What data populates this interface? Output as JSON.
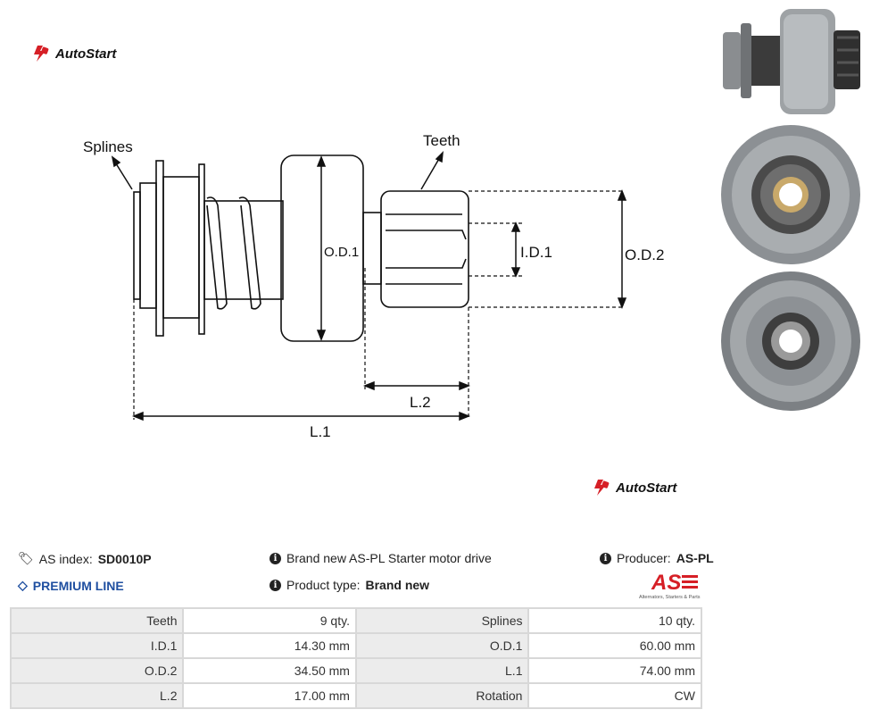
{
  "brand": {
    "name": "AutoStart",
    "color": "#d61f26"
  },
  "drawing": {
    "labels": {
      "splines": "Splines",
      "teeth": "Teeth",
      "od1": "O.D.1",
      "id1": "I.D.1",
      "od2": "O.D.2",
      "l2": "L.2",
      "l1": "L.1"
    }
  },
  "photos": [
    "starter-drive-side-view",
    "starter-drive-front-view",
    "starter-drive-rear-view"
  ],
  "info": {
    "as_index_label": "AS index:",
    "as_index_value": "SD0010P",
    "premium_line": "PREMIUM LINE",
    "description": "Brand new AS-PL Starter motor drive",
    "product_type_label": "Product type:",
    "product_type_value": "Brand new",
    "producer_label": "Producer:",
    "producer_value": "AS-PL",
    "producer_logo_text": "AS",
    "producer_logo_tagline": "Alternators, Starters & Parts"
  },
  "specs": [
    {
      "l1": "Teeth",
      "v1": "9 qty.",
      "l2": "Splines",
      "v2": "10 qty."
    },
    {
      "l1": "I.D.1",
      "v1": "14.30 mm",
      "l2": "O.D.1",
      "v2": "60.00 mm"
    },
    {
      "l1": "O.D.2",
      "v1": "34.50 mm",
      "l2": "L.1",
      "v2": "74.00 mm"
    },
    {
      "l1": "L.2",
      "v1": "17.00 mm",
      "l2": "Rotation",
      "v2": "CW"
    }
  ]
}
